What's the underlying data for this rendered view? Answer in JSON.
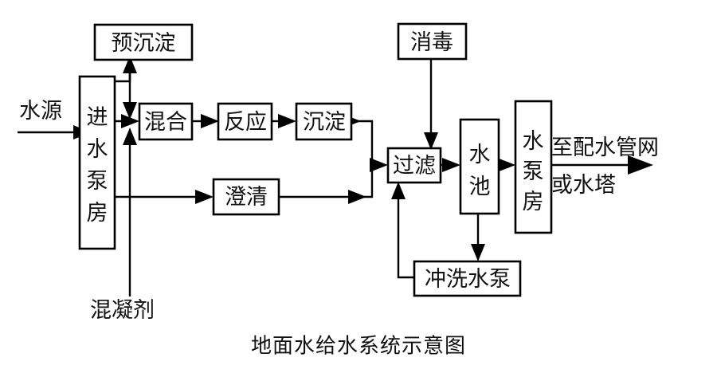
{
  "diagram": {
    "caption": "地面水给水系统示意图",
    "title": "地面水给水系统示意图",
    "colors": {
      "background": "#ffffff",
      "stroke": "#000000",
      "text": "#111111"
    },
    "nodes": [
      {
        "id": "pre-sedimentation",
        "label": "预沉淀",
        "orientation": "horizontal"
      },
      {
        "id": "intake-pump-house",
        "label": "进水泵房",
        "orientation": "vertical"
      },
      {
        "id": "mixing",
        "label": "混合",
        "orientation": "horizontal"
      },
      {
        "id": "reaction",
        "label": "反应",
        "orientation": "horizontal"
      },
      {
        "id": "sedimentation",
        "label": "沉淀",
        "orientation": "horizontal"
      },
      {
        "id": "clarification",
        "label": "澄清",
        "orientation": "horizontal"
      },
      {
        "id": "disinfection",
        "label": "消毒",
        "orientation": "horizontal"
      },
      {
        "id": "filtration",
        "label": "过滤",
        "orientation": "horizontal"
      },
      {
        "id": "clear-water-tank",
        "label": "水池",
        "orientation": "vertical"
      },
      {
        "id": "water-pump-house",
        "label": "水泵房",
        "orientation": "vertical"
      },
      {
        "id": "backwash-pump",
        "label": "冲洗水泵",
        "orientation": "horizontal"
      }
    ],
    "edge_labels": [
      {
        "id": "water-source",
        "text": "水源"
      },
      {
        "id": "coagulant",
        "text": "混凝剂"
      },
      {
        "id": "to-distribution-network",
        "text": "至配水管网"
      },
      {
        "id": "or-water-tower",
        "text": "或水塔"
      }
    ],
    "vertical_chars": {
      "intake-pump-house": [
        "进",
        "水",
        "泵",
        "房"
      ],
      "clear-water-tank": [
        "水",
        "池"
      ],
      "water-pump-house": [
        "水",
        "泵",
        "房"
      ]
    }
  }
}
